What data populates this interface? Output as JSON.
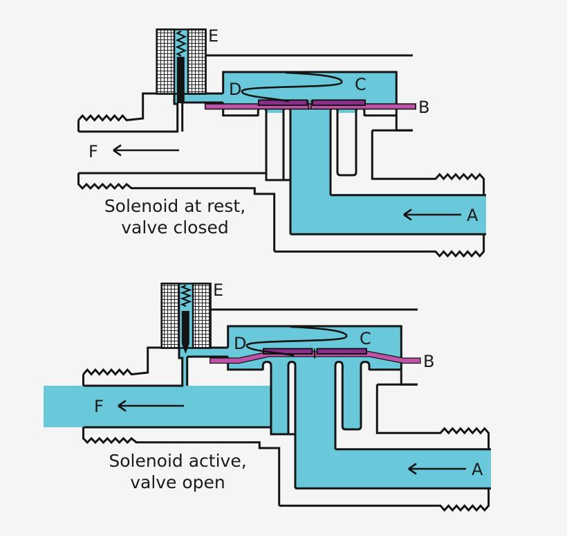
{
  "colors": {
    "background": "#f5f5f5",
    "fluid_cyan": "#69C8DA",
    "diaphragm_light": "#BF53A8",
    "diaphragm_dark": "#8B2E8B",
    "outline_black": "#141414"
  },
  "top_diagram": {
    "caption_line1": "Solenoid at rest,",
    "caption_line2": "valve closed",
    "labels": {
      "A": "A",
      "B": "B",
      "C": "C",
      "D": "D",
      "E": "E",
      "F": "F"
    }
  },
  "bottom_diagram": {
    "caption_line1": "Solenoid active,",
    "caption_line2": "valve open",
    "labels": {
      "A": "A",
      "B": "B",
      "C": "C",
      "D": "D",
      "E": "E",
      "F": "F"
    }
  }
}
